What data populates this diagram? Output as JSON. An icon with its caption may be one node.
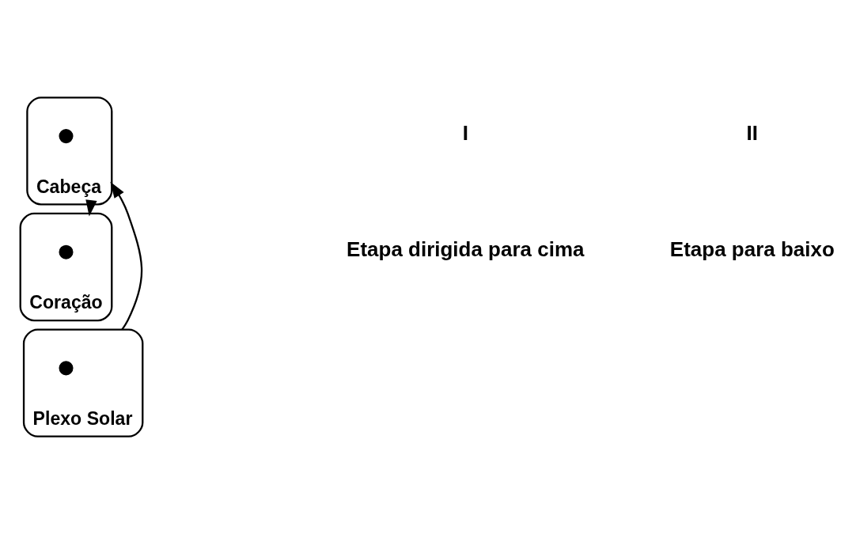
{
  "diagram": {
    "nodes": [
      {
        "text": [
          "Cabeça"
        ]
      },
      {
        "text": [],
        "shape": "circle",
        "in": 0
      },
      {
        "text": [
          "Coração"
        ]
      },
      {
        "text": [],
        "shape": "circle",
        "in": 2
      },
      {
        "text": [
          "Plexo Solar"
        ]
      },
      {
        "text": [],
        "shape": "circle",
        "in": 4
      }
    ],
    "edges": [
      {
        "from": 4,
        "to": 0,
        "arrow": "to"
      },
      {
        "from": 0,
        "to": 2,
        "arrow": "to"
      }
    ],
    "labels": [
      "I",
      "Etapa dirigida para cima",
      "II",
      "Etapa para baixo"
    ]
  }
}
